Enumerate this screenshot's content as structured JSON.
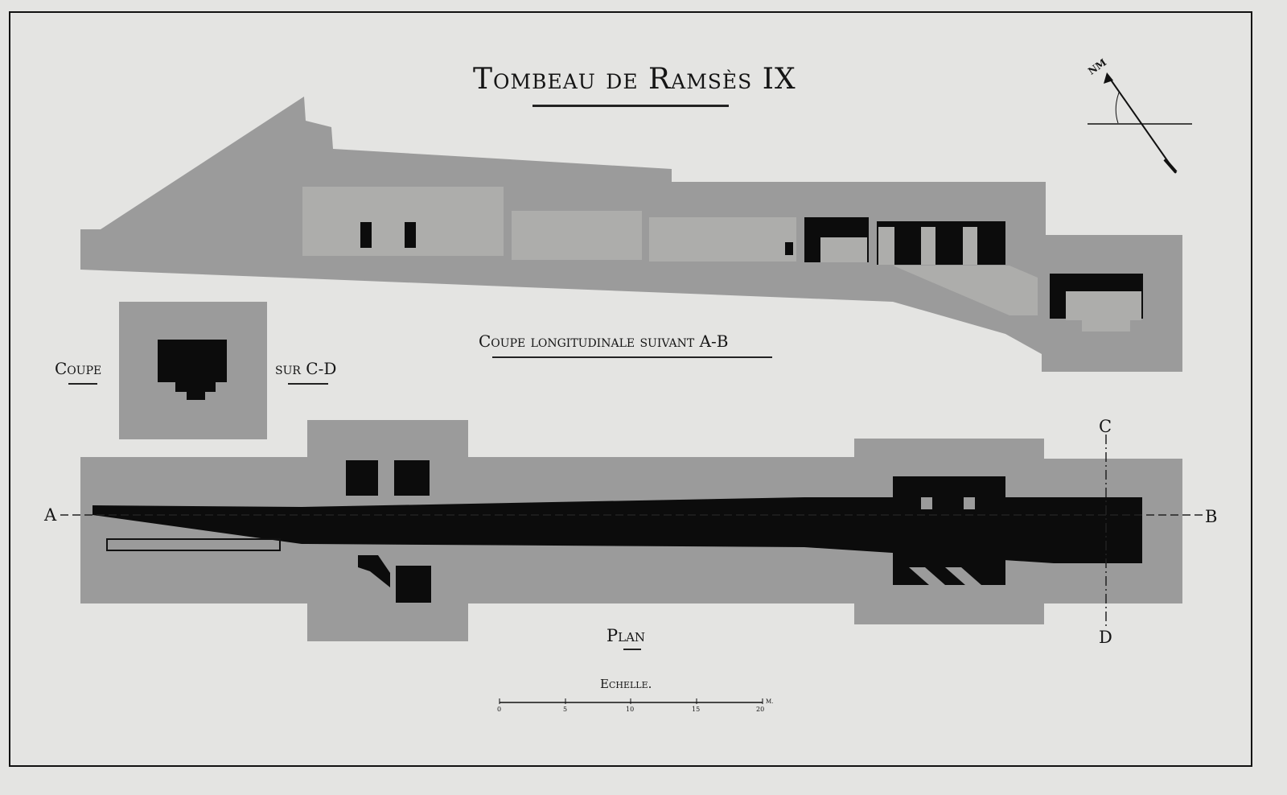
{
  "title": "Tombeau de Ramsès IX",
  "section_label": "Coupe longitudinale suivant A-B",
  "cross_section_label_left": "Coupe",
  "cross_section_label_right": "sur C-D",
  "plan_label": "Plan",
  "scale": {
    "label": "Echelle.",
    "ticks": [
      "0",
      "5",
      "10",
      "15",
      "20"
    ],
    "unit": "M."
  },
  "compass": {
    "label": "NM"
  },
  "section_markers": {
    "a": "A",
    "b": "B",
    "c": "C",
    "d": "D"
  },
  "colors": {
    "paper": "#e4e4e2",
    "rock": "#9b9b9b",
    "room": "#adadab",
    "void": "#0c0c0c",
    "ink": "#151515"
  }
}
